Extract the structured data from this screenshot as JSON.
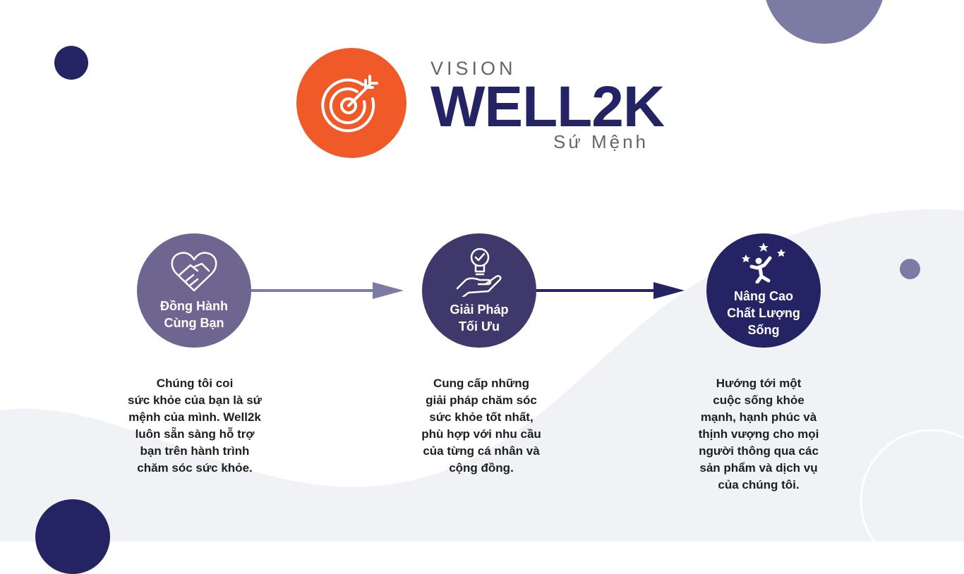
{
  "header": {
    "vision_label": "VISION",
    "brand_name": "WELL2K",
    "mission_label": "Sứ Mệnh",
    "logo_icon": "target-arrow-icon"
  },
  "colors": {
    "logo": "#f05a28",
    "brand_text": "#242363",
    "step1": "#6e6691",
    "step2": "#3f386b",
    "step3": "#242363",
    "accent_light": "#7c7ba3",
    "background_wave": "#f1f2f6"
  },
  "steps": [
    {
      "icon": "handshake-heart-icon",
      "label": "Đồng Hành\nCùng Bạn",
      "description": "Chúng tôi coi\nsức khỏe của bạn là sứ\nmệnh của mình. Well2k\nluôn sẵn sàng hỗ trợ\nbạn trên hành trình\nchăm sóc sức khỏe."
    },
    {
      "icon": "hand-lightbulb-icon",
      "label": "Giải Pháp\nTối Ưu",
      "description": "Cung cấp những\ngiải pháp chăm sóc\nsức khỏe tốt nhất,\nphù hợp với nhu cầu\ncủa từng cá nhân và\ncộng đồng."
    },
    {
      "icon": "person-stars-icon",
      "label": "Nâng Cao\nChất Lượng\nSống",
      "description": "Hướng tới một\ncuộc sống khỏe\nmạnh, hạnh phúc và\nthịnh vượng cho mọi\nngười thông qua các\nsản phẩm và dịch vụ\ncủa chúng tôi."
    }
  ]
}
